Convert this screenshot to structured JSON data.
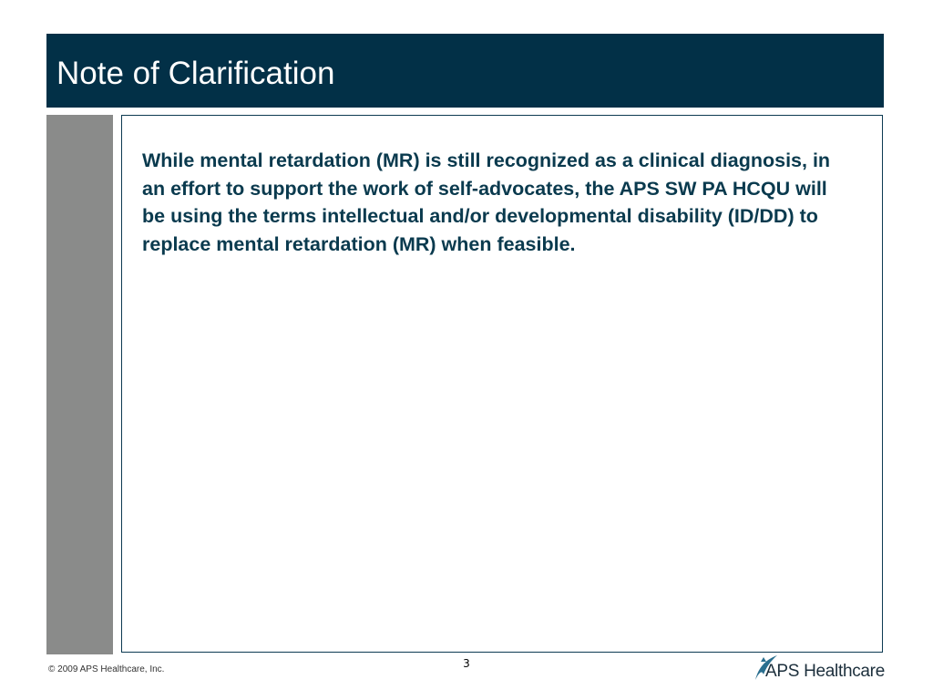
{
  "slide": {
    "title": "Note of Clarification",
    "body": "While mental retardation (MR) is still recognized as a clinical diagnosis, in an effort to support the work of self-advocates, the APS SW PA HCQU will be using the terms intellectual and/or developmental disability (ID/DD) to replace mental retardation (MR) when feasible.",
    "slide_number": "3"
  },
  "footer": {
    "copyright": "© 2009 APS Healthcare, Inc.",
    "logo_text": "APS Healthcare",
    "logo_icon": "aps-swoosh-icon"
  },
  "colors": {
    "title_bar": "#023047",
    "body_text": "#0a3a4e",
    "side_strip": "#8a8b8a",
    "logo_accent": "#2a6f8f"
  }
}
